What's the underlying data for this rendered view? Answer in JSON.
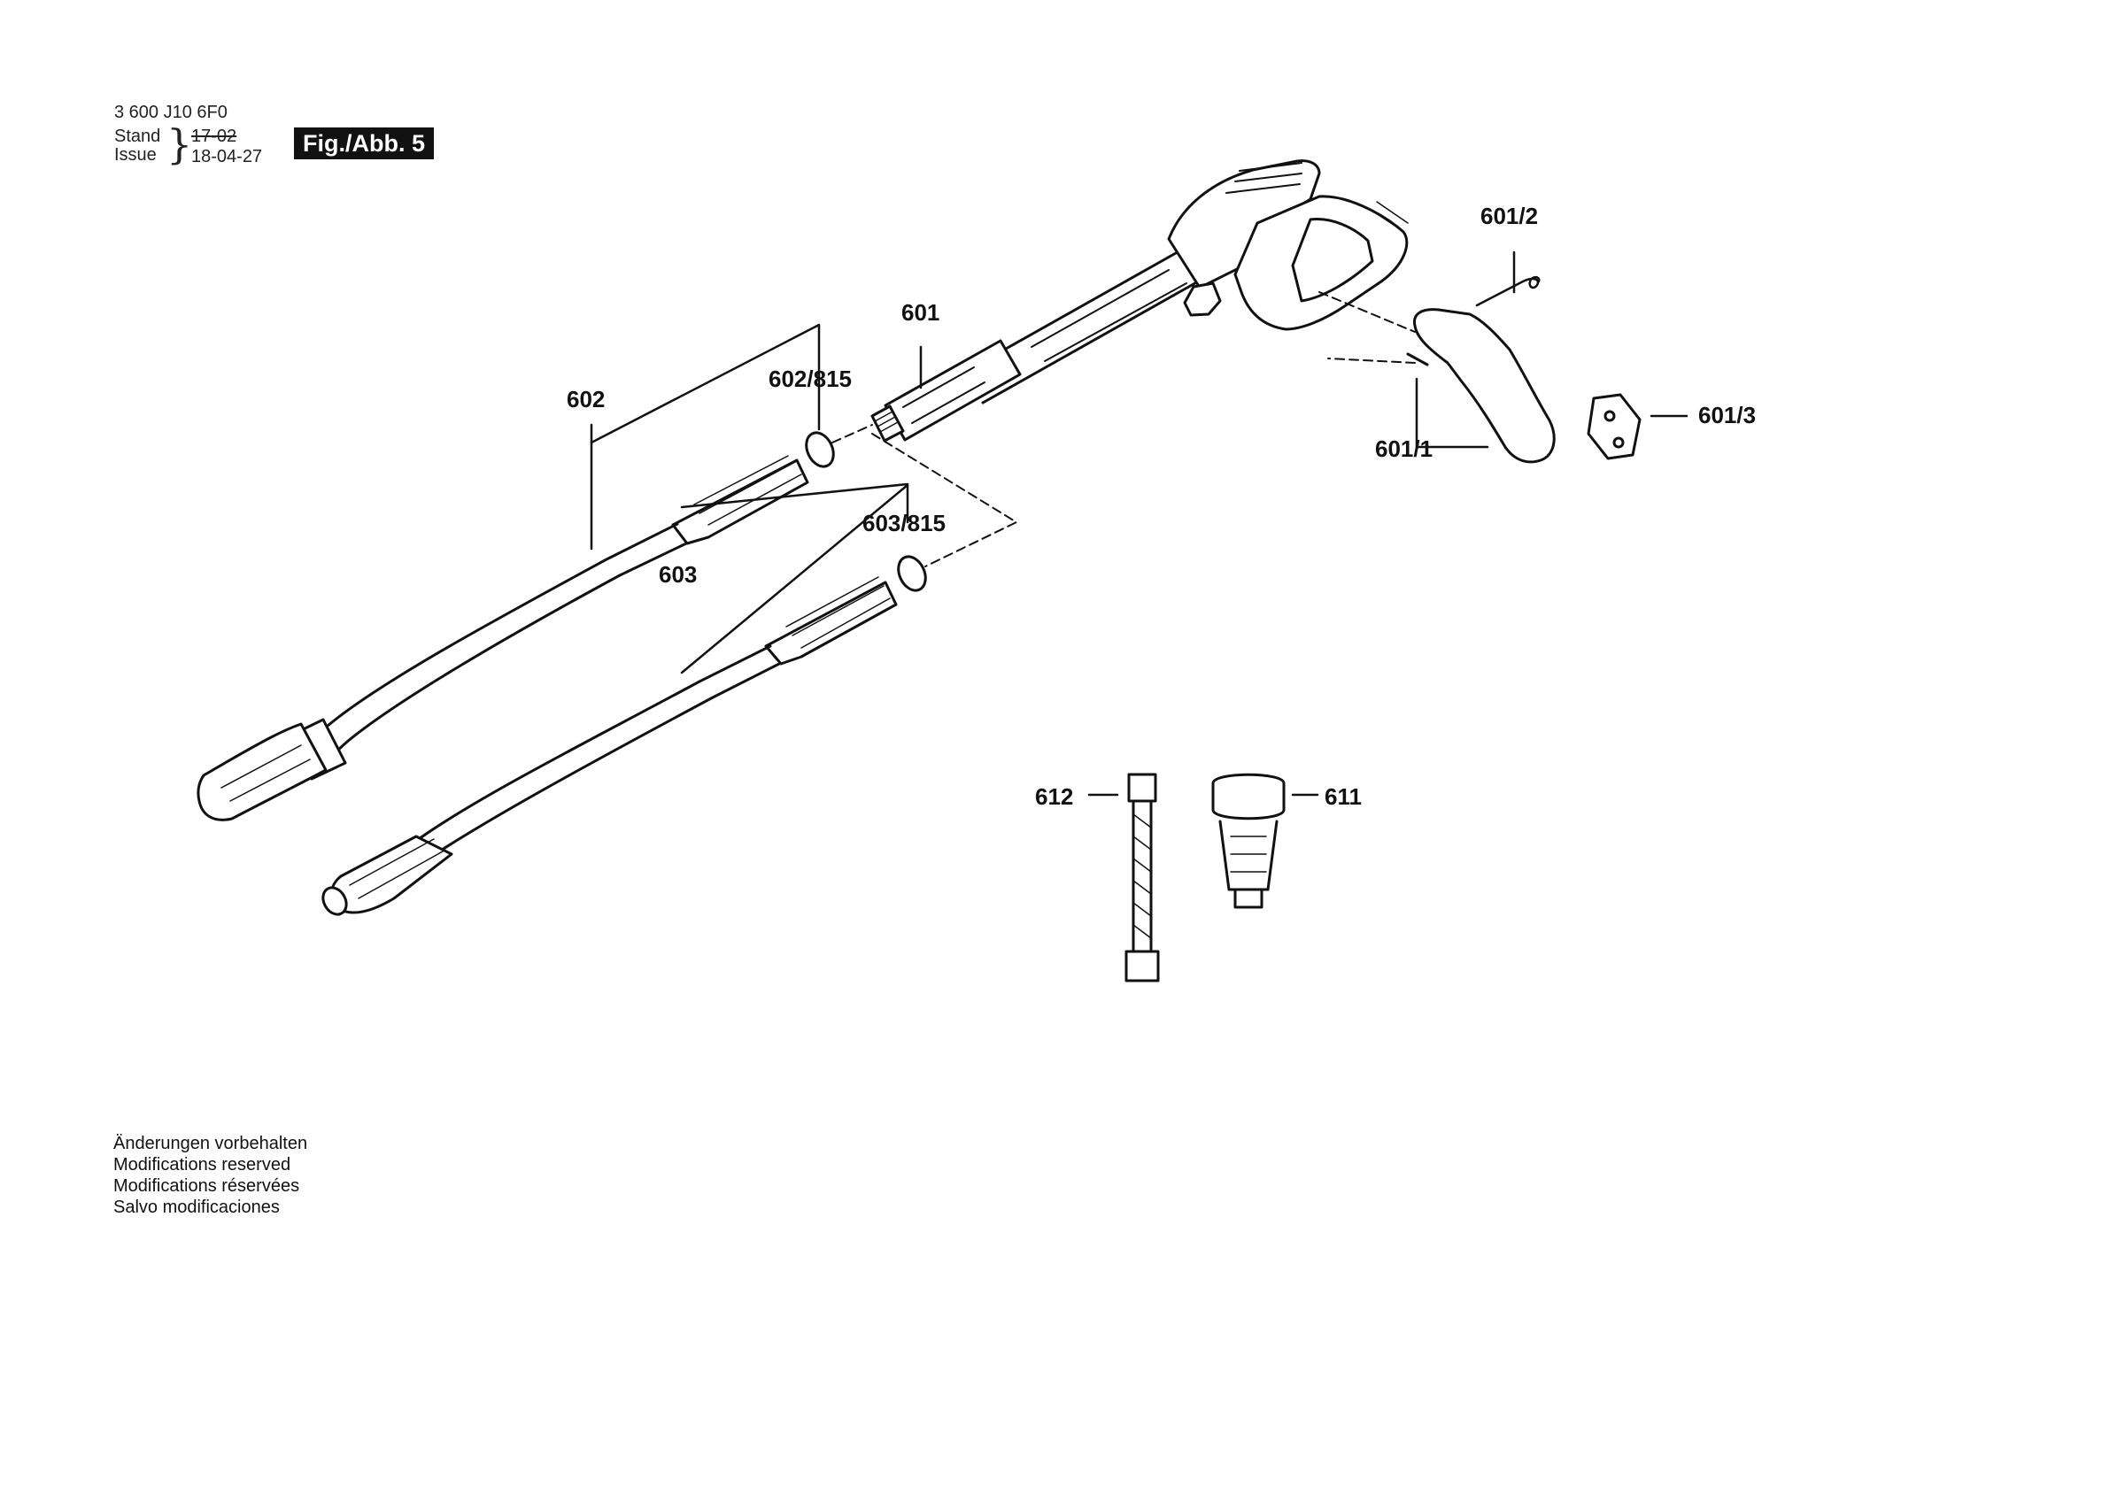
{
  "header": {
    "part_number": "3 600 J10 6F0",
    "stand_label": "Stand",
    "issue_label": "Issue",
    "stand_date": "17-02",
    "issue_date": "18-04-27",
    "figure_label": "Fig./Abb. 5"
  },
  "callouts": {
    "c601": "601",
    "c601_1": "601/1",
    "c601_2": "601/2",
    "c601_3": "601/3",
    "c602": "602",
    "c602_815": "602/815",
    "c603": "603",
    "c603_815": "603/815",
    "c611": "611",
    "c612": "612"
  },
  "footer": {
    "lines": [
      "Änderungen vorbehalten",
      "Modifications reserved",
      "Modifications réservées",
      "Salvo modificaciones"
    ]
  }
}
